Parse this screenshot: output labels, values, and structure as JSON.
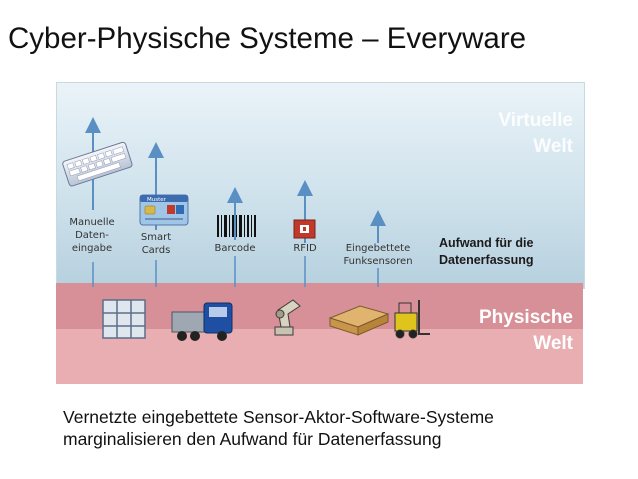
{
  "title": "Cyber-Physische Systeme – Everyware",
  "virtual_world": {
    "line1": "Virtuelle",
    "line2": "Welt"
  },
  "physical_world": {
    "line1": "Physische",
    "line2": "Welt"
  },
  "effort": {
    "line1": "Aufwand für die",
    "line2": "Datenerfassung"
  },
  "technologies": [
    {
      "id": "manual",
      "lines": [
        "Manuelle",
        "Daten-",
        "eingabe"
      ],
      "icon": "keyboard-icon"
    },
    {
      "id": "smartcards",
      "lines": [
        "Smart",
        "Cards"
      ],
      "icon": "smart-card-icon"
    },
    {
      "id": "barcode",
      "lines": [
        "Barcode"
      ],
      "icon": "barcode-icon"
    },
    {
      "id": "rfid",
      "lines": [
        "RFID"
      ],
      "icon": "rfid-chip-icon"
    },
    {
      "id": "sensors",
      "lines": [
        "Eingebettete",
        "Funksensoren"
      ],
      "icon": "sensor-icon"
    }
  ],
  "smart_card_text": "Muster",
  "physical_objects": [
    "shelf-icon",
    "truck-icon",
    "robot-arm-icon",
    "pallet-icon",
    "forklift-icon"
  ],
  "footer": {
    "line1": "Vernetzte eingebettete Sensor-Aktor-Software-Systeme",
    "line2": "marginalisieren den Aufwand für Datenerfassung"
  },
  "colors": {
    "arrow": "#5a8fc4",
    "virtual_band": "#cfe2ec",
    "physical_band": "#e8aeb1"
  }
}
